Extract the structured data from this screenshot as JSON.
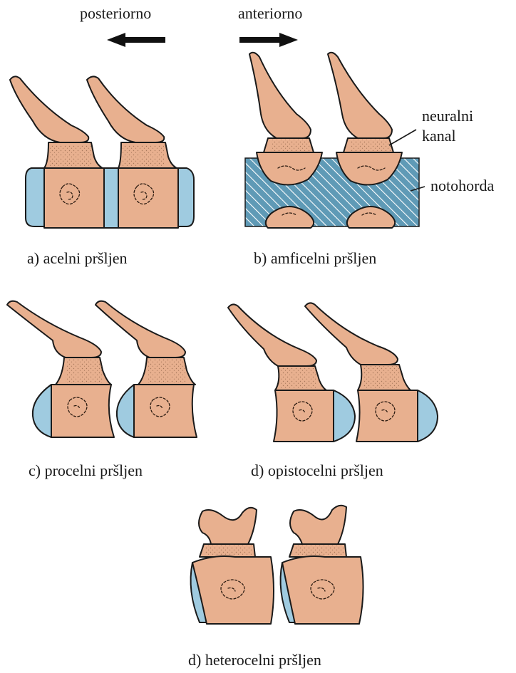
{
  "direction": {
    "posterior": "posteriorno",
    "anterior": "anteriorno"
  },
  "annotations": {
    "neural_canal_line1": "neuralni",
    "neural_canal_line2": "kanal",
    "notochord": "notohorda"
  },
  "panels": {
    "a": "a) acelni pršljen",
    "b": "b) amficelni pršljen",
    "c": "c) procelni pršljen",
    "d": "d) opistocelni pršljen",
    "e": "d) heterocelni pršljen"
  },
  "colors": {
    "bone": "#e8b08f",
    "cartilage": "#9fcbe0",
    "notochord_hatch": "#2e6f8e",
    "outline": "#1a1a1a"
  }
}
